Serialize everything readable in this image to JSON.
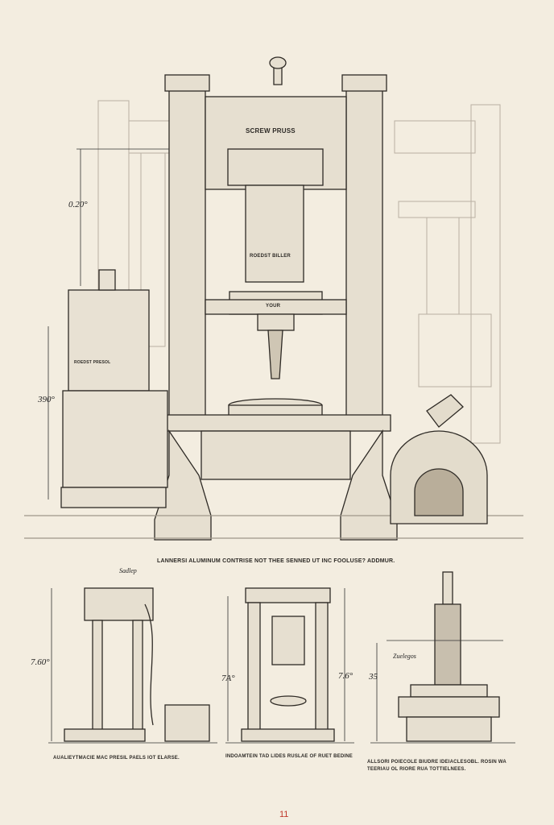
{
  "main_press": {
    "header_plate": "SCREW PRUSS",
    "cylinder_label": "ROEDST BILLER",
    "collar_label": "YOUR"
  },
  "dimensions": {
    "upper_left": "0.20°",
    "lower_left": "390°",
    "small_left": "7.60°",
    "small_mid_left": "7A°",
    "small_mid_right": "7.6°",
    "small_right": "35",
    "top_small": "Sadlep",
    "right_small": "Zuelegos"
  },
  "left_machine_label": "ROEDST PRESOL",
  "main_caption": "LANNERSI ALUMINUM CONTRISE NOT THEE SENNED UT INC FOOLUSE? ADDMUR.",
  "captions": [
    "AUALIEYTMACIE MAC PRESIL PAELS IOT ELARSE.",
    "INDOAMTEIN TAD LIDES RUSLAE OF RUET BEDINE",
    "ALLSORI POIECOLE BIUDRE IDEIACLESOBL. ROSIN WA TEERIAU OL RIORE RUA TOTTIELNEES."
  ],
  "page_number": "11",
  "colors": {
    "paper": "#f3ede0",
    "ink": "#2a2622",
    "page_number": "#c0392b"
  }
}
